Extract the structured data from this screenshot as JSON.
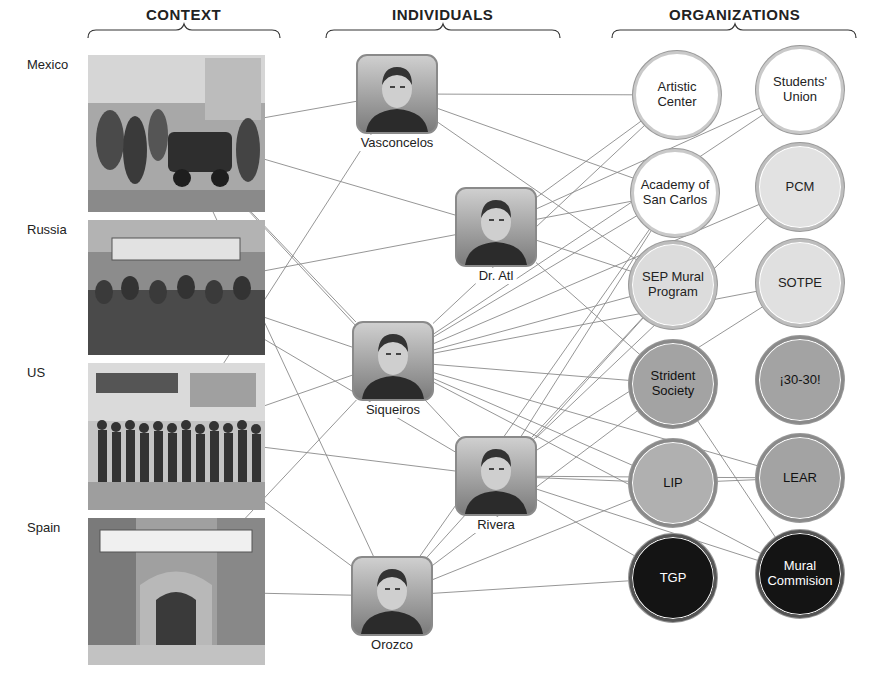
{
  "diagram": {
    "nodes": [
      {
        "text": [
          "Mexico"
        ]
      },
      {
        "text": [
          "Russia"
        ]
      },
      {
        "text": [
          "US"
        ]
      },
      {
        "text": [
          "Spain"
        ]
      },
      {
        "text": [
          "Vasconcelos"
        ]
      },
      {
        "text": [
          "Dr. Atl"
        ]
      },
      {
        "text": [
          "Siqueiros"
        ]
      },
      {
        "text": [
          "Rivera"
        ]
      },
      {
        "text": [
          "Orozco"
        ]
      },
      {
        "text": [
          "Artistic Center"
        ]
      },
      {
        "text": [
          "Students' Union"
        ]
      },
      {
        "text": [
          "Academy of San Carlos"
        ]
      },
      {
        "text": [
          "PCM"
        ]
      },
      {
        "text": [
          "SEP Mural Program"
        ]
      },
      {
        "text": [
          "SOTPE"
        ]
      },
      {
        "text": [
          "Strident Society"
        ]
      },
      {
        "text": [
          "¡30-30!"
        ]
      },
      {
        "text": [
          "LIP"
        ]
      },
      {
        "text": [
          "LEAR"
        ]
      },
      {
        "text": [
          "TGP"
        ]
      },
      {
        "text": [
          "Mural Commision"
        ]
      }
    ],
    "edges": [
      {
        "from": 0,
        "to": 4,
        "arrow": "none"
      },
      {
        "from": 0,
        "to": 5,
        "arrow": "none"
      },
      {
        "from": 0,
        "to": 6,
        "arrow": "none"
      },
      {
        "from": 0,
        "to": 7,
        "arrow": "none"
      },
      {
        "from": 0,
        "to": 8,
        "arrow": "none"
      },
      {
        "from": 1,
        "to": 5,
        "arrow": "none"
      },
      {
        "from": 1,
        "to": 6,
        "arrow": "none"
      },
      {
        "from": 1,
        "to": 7,
        "arrow": "none"
      },
      {
        "from": 2,
        "to": 4,
        "arrow": "none"
      },
      {
        "from": 2,
        "to": 6,
        "arrow": "none"
      },
      {
        "from": 2,
        "to": 7,
        "arrow": "none"
      },
      {
        "from": 2,
        "to": 8,
        "arrow": "none"
      },
      {
        "from": 3,
        "to": 6,
        "arrow": "none"
      },
      {
        "from": 3,
        "to": 8,
        "arrow": "none"
      },
      {
        "from": 4,
        "to": 9,
        "arrow": "none"
      },
      {
        "from": 4,
        "to": 11,
        "arrow": "none"
      },
      {
        "from": 4,
        "to": 13,
        "arrow": "none"
      },
      {
        "from": 5,
        "to": 9,
        "arrow": "none"
      },
      {
        "from": 5,
        "to": 10,
        "arrow": "none"
      },
      {
        "from": 5,
        "to": 11,
        "arrow": "none"
      },
      {
        "from": 5,
        "to": 13,
        "arrow": "none"
      },
      {
        "from": 5,
        "to": 15,
        "arrow": "none"
      },
      {
        "from": 6,
        "to": 9,
        "arrow": "none"
      },
      {
        "from": 6,
        "to": 10,
        "arrow": "none"
      },
      {
        "from": 6,
        "to": 11,
        "arrow": "none"
      },
      {
        "from": 6,
        "to": 12,
        "arrow": "none"
      },
      {
        "from": 6,
        "to": 13,
        "arrow": "none"
      },
      {
        "from": 6,
        "to": 14,
        "arrow": "none"
      },
      {
        "from": 6,
        "to": 15,
        "arrow": "none"
      },
      {
        "from": 6,
        "to": 17,
        "arrow": "none"
      },
      {
        "from": 6,
        "to": 18,
        "arrow": "none"
      },
      {
        "from": 6,
        "to": 20,
        "arrow": "none"
      },
      {
        "from": 7,
        "to": 11,
        "arrow": "none"
      },
      {
        "from": 7,
        "to": 12,
        "arrow": "none"
      },
      {
        "from": 7,
        "to": 13,
        "arrow": "none"
      },
      {
        "from": 7,
        "to": 14,
        "arrow": "none"
      },
      {
        "from": 7,
        "to": 17,
        "arrow": "none"
      },
      {
        "from": 7,
        "to": 18,
        "arrow": "none"
      },
      {
        "from": 7,
        "to": 19,
        "arrow": "none"
      },
      {
        "from": 7,
        "to": 20,
        "arrow": "none"
      },
      {
        "from": 8,
        "to": 11,
        "arrow": "none"
      },
      {
        "from": 8,
        "to": 13,
        "arrow": "none"
      },
      {
        "from": 8,
        "to": 15,
        "arrow": "none"
      },
      {
        "from": 8,
        "to": 17,
        "arrow": "none"
      },
      {
        "from": 8,
        "to": 19,
        "arrow": "none"
      },
      {
        "from": 17,
        "to": 18,
        "arrow": "none"
      },
      {
        "from": 15,
        "to": 20,
        "arrow": "none"
      }
    ],
    "labels": [
      "CONTEXT",
      "INDIVIDUALS",
      "ORGANIZATIONS"
    ]
  }
}
